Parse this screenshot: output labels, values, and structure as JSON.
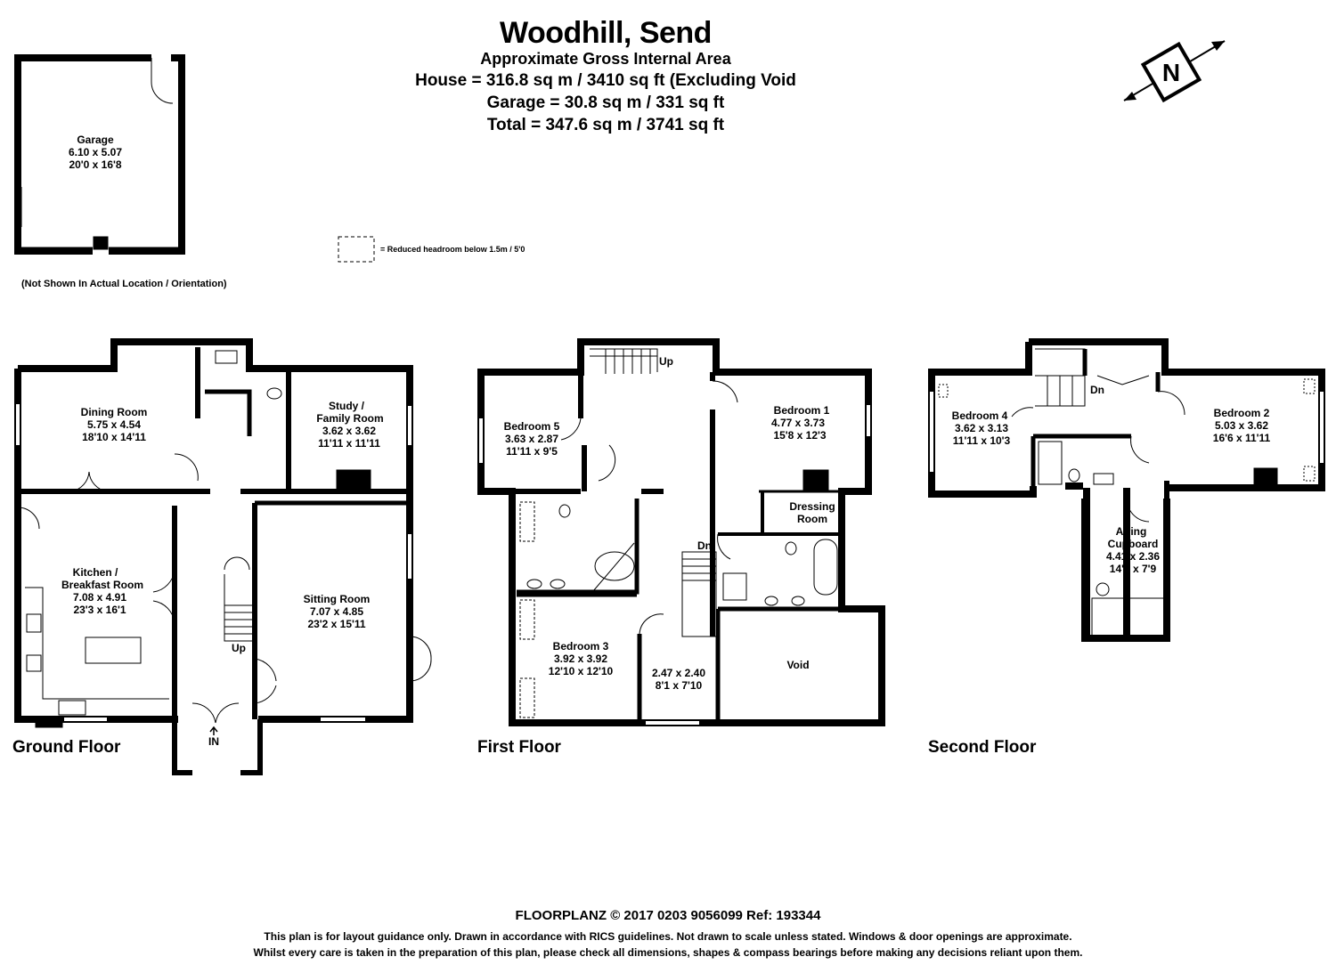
{
  "header": {
    "title": "Woodhill, Send",
    "line1": "Approximate Gross Internal Area",
    "line2": "House = 316.8 sq m / 3410 sq ft (Excluding Void",
    "line3": "Garage = 30.8 sq m / 331 sq ft",
    "line4": "Total = 347.6 sq m / 3741 sq ft"
  },
  "compass": {
    "letter": "N",
    "icon": "north-arrow-icon"
  },
  "legend": {
    "text": "= Reduced headroom below 1.5m / 5'0"
  },
  "garage_note": "(Not Shown In Actual Location / Orientation)",
  "floors": {
    "ground": "Ground Floor",
    "first": "First Floor",
    "second": "Second Floor"
  },
  "rooms": {
    "garage": [
      "Garage",
      "6.10 x 5.07",
      "20'0 x 16'8"
    ],
    "dining": [
      "Dining Room",
      "5.75 x 4.54",
      "18'10 x 14'11"
    ],
    "study": [
      "Study /",
      "Family Room",
      "3.62 x 3.62",
      "11'11 x 11'11"
    ],
    "kitchen": [
      "Kitchen /",
      "Breakfast Room",
      "7.08 x 4.91",
      "23'3 x 16'1"
    ],
    "sitting": [
      "Sitting Room",
      "7.07 x 4.85",
      "23'2 x 15'11"
    ],
    "bed5": [
      "Bedroom 5",
      "3.63 x 2.87",
      "11'11 x 9'5"
    ],
    "bed1": [
      "Bedroom 1",
      "4.77 x 3.73",
      "15'8 x 12'3"
    ],
    "dressing": [
      "Dressing",
      "Room"
    ],
    "bed3": [
      "Bedroom 3",
      "3.92 x 3.92",
      "12'10 x 12'10"
    ],
    "small": [
      "2.47 x 2.40",
      "8'1 x 7'10"
    ],
    "void": [
      "Void"
    ],
    "bed4": [
      "Bedroom 4",
      "3.62 x 3.13",
      "11'11 x 10'3"
    ],
    "bed2": [
      "Bedroom 2",
      "5.03 x 3.62",
      "16'6 x 11'11"
    ],
    "airing": [
      "Airing",
      "Cupboard",
      "4.41 x 2.36",
      "14'6 x 7'9"
    ]
  },
  "stairs": {
    "ground_up": "Up",
    "first_up": "Up",
    "first_dn": "Dn",
    "second_dn": "Dn",
    "entrance": "IN"
  },
  "footer": {
    "line1": "FLOORPLANZ © 2017    0203 9056099    Ref: 193344",
    "line2": "This plan is for layout guidance only. Drawn in accordance with RICS guidelines. Not drawn to scale unless stated. Windows & door openings are approximate.",
    "line3": "Whilst every care is taken in the preparation of this plan, please check all dimensions, shapes & compass bearings before making any decisions reliant upon them."
  }
}
